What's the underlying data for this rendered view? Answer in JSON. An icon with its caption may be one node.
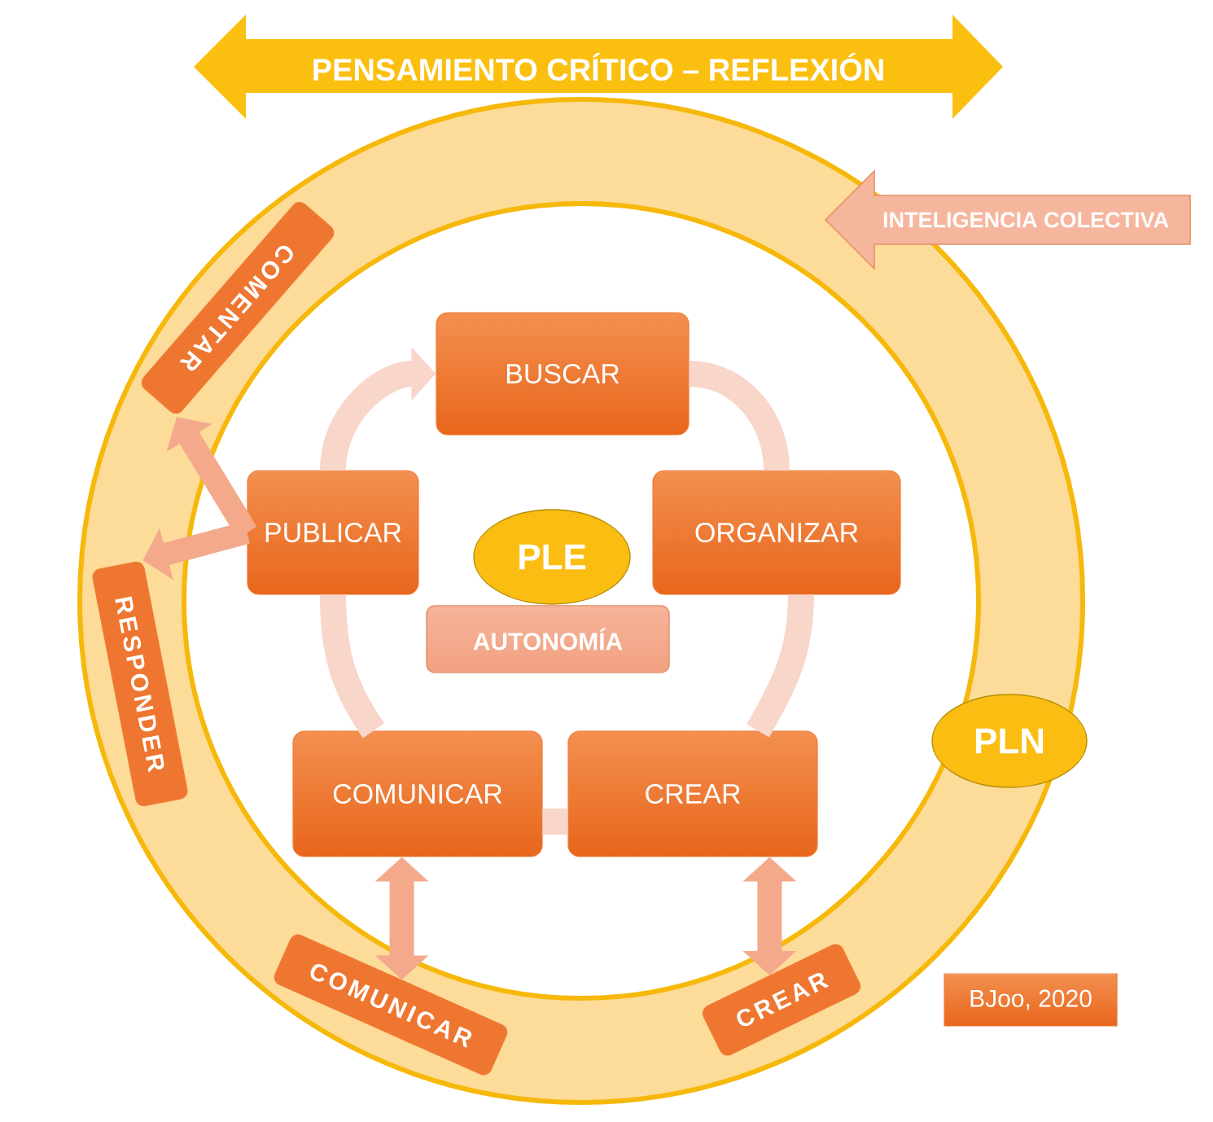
{
  "diagram": {
    "nodes": [
      {
        "text": [
          "PENSAMIENTO CRÍTICO – REFLEXIÓN"
        ]
      },
      {
        "text": [
          "INTELIGENCIA COLECTIVA"
        ]
      },
      {
        "text": [
          "COMENTAR"
        ]
      },
      {
        "text": [
          "BUSCAR"
        ]
      },
      {
        "text": [
          "PUBLICAR"
        ]
      },
      {
        "text": [
          "PLE"
        ]
      },
      {
        "text": [
          "ORGANIZAR"
        ]
      },
      {
        "text": [
          "AUTONOMÍA"
        ]
      },
      {
        "text": [
          "RESPONDER"
        ]
      },
      {
        "text": [
          "PLN"
        ]
      },
      {
        "text": [
          "COMUNICAR"
        ]
      },
      {
        "text": [
          "CREAR"
        ]
      },
      {
        "text": [
          "COMUNICAR"
        ]
      },
      {
        "text": [
          "CREAR"
        ]
      },
      {
        "text": [
          "BJoo, 2020"
        ]
      }
    ],
    "edges": [
      {
        "from": 3,
        "to": 6,
        "arrow": "none"
      },
      {
        "from": 6,
        "to": 11,
        "arrow": "none"
      },
      {
        "from": 11,
        "to": 10,
        "arrow": "none"
      },
      {
        "from": 10,
        "to": 4,
        "arrow": "none"
      },
      {
        "from": 4,
        "to": 3,
        "arrow": "to"
      },
      {
        "from": 4,
        "to": 2,
        "arrow": "to",
        "color": "#f4a98b"
      },
      {
        "from": 4,
        "to": 8,
        "arrow": "to",
        "color": "#f4a98b"
      },
      {
        "from": 10,
        "to": 12,
        "arrow": "both",
        "color": "#f4a98b"
      },
      {
        "from": 11,
        "to": 13,
        "arrow": "both",
        "color": "#f4a98b"
      }
    ]
  }
}
